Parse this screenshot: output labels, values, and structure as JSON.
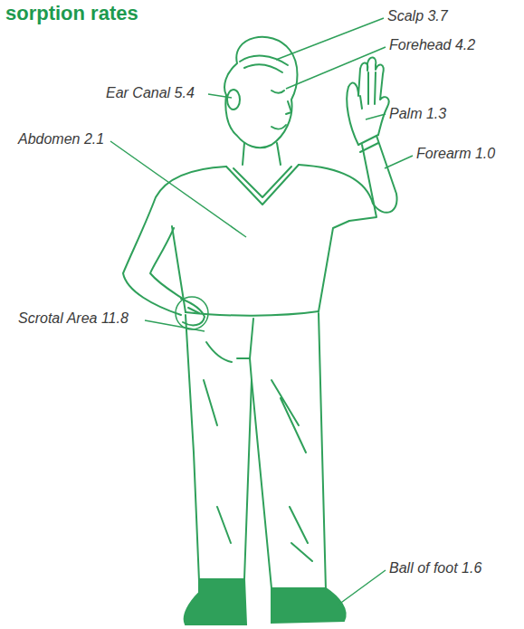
{
  "diagram": {
    "title": "sorption rates",
    "labels": [
      "Scalp 3.7",
      "Forehead 4.2",
      "Ear Canal 5.4",
      "Palm 1.3",
      "Forearm 1.0",
      "Abdomen 2.1",
      "Scrotal Area 11.8",
      "Ball of foot 1.6"
    ]
  }
}
